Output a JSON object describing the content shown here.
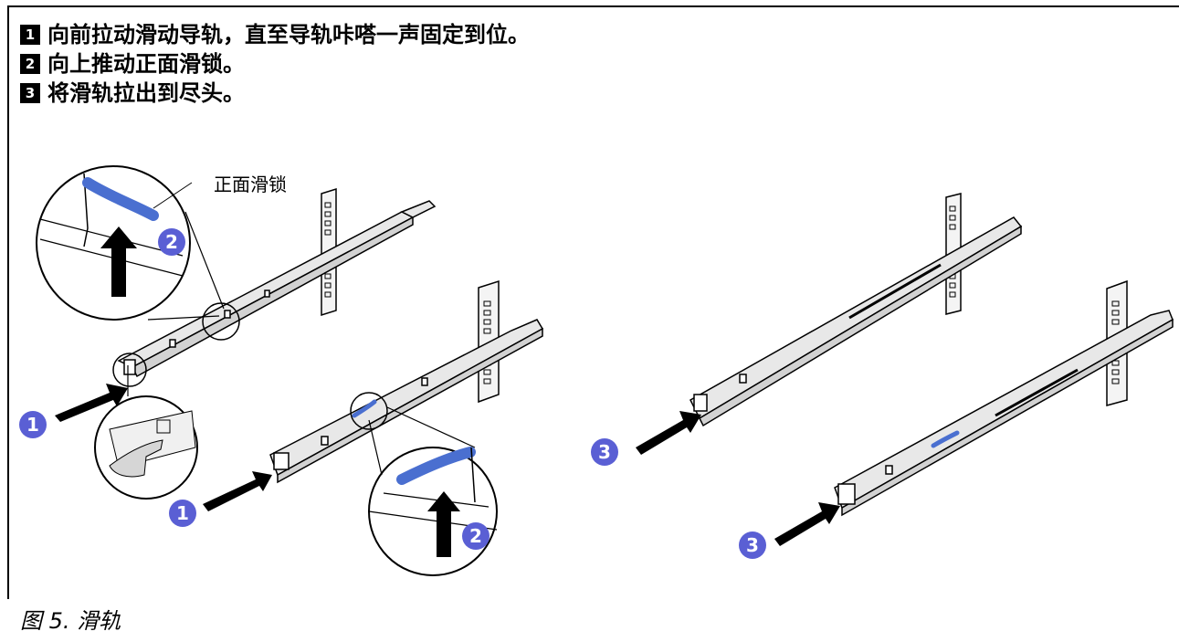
{
  "steps": [
    {
      "number": "1",
      "text": "向前拉动滑动导轨，直至导轨咔嗒一声固定到位。"
    },
    {
      "number": "2",
      "text": "向上推动正面滑锁。"
    },
    {
      "number": "3",
      "text": "将滑轨拉出到尽头。"
    }
  ],
  "illustration": {
    "callout_label": "正面滑锁",
    "badges": [
      "1",
      "1",
      "2",
      "2",
      "3",
      "3"
    ]
  },
  "caption": "图 5.  滑轨",
  "colors": {
    "badge_fill": "#5a5fd4",
    "latch_blue": "#4a6fd0",
    "rail_gray": "#e6e6e6",
    "line": "#000000"
  }
}
